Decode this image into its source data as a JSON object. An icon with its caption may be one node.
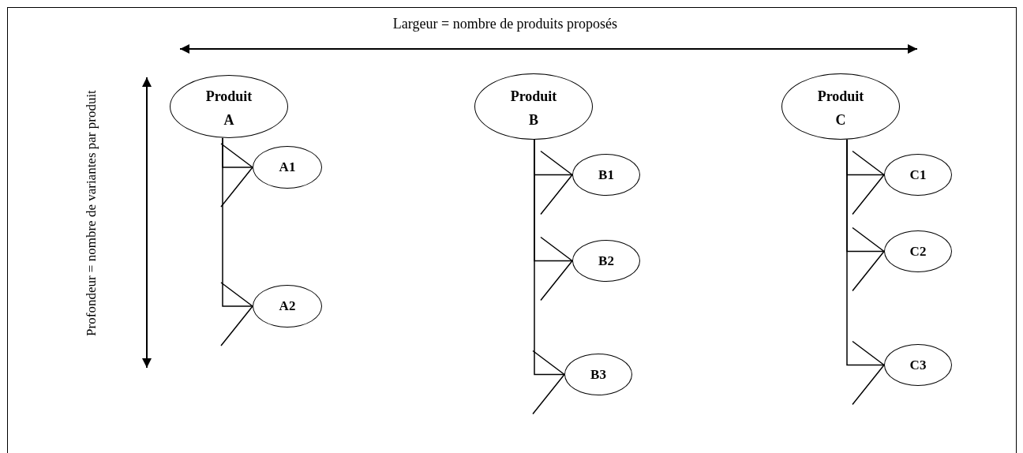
{
  "diagram": {
    "nodes": [
      {
        "text": [
          "Produit A"
        ]
      },
      {
        "text": [
          "A1"
        ]
      },
      {
        "text": [
          "A2"
        ]
      },
      {
        "text": [
          "Produit B"
        ]
      },
      {
        "text": [
          "B1"
        ]
      },
      {
        "text": [
          "B2"
        ]
      },
      {
        "text": [
          "B3"
        ]
      },
      {
        "text": [
          "Produit C"
        ]
      },
      {
        "text": [
          "C1"
        ]
      },
      {
        "text": [
          "C2"
        ]
      },
      {
        "text": [
          "C3"
        ]
      }
    ],
    "edges": [
      {
        "from": 0,
        "to": 1,
        "arrow": "to"
      },
      {
        "from": 0,
        "to": 2,
        "arrow": "to"
      },
      {
        "from": 3,
        "to": 4,
        "arrow": "to"
      },
      {
        "from": 3,
        "to": 5,
        "arrow": "to"
      },
      {
        "from": 3,
        "to": 6,
        "arrow": "to"
      },
      {
        "from": 7,
        "to": 8,
        "arrow": "to"
      },
      {
        "from": 7,
        "to": 9,
        "arrow": "to"
      },
      {
        "from": 7,
        "to": 10,
        "arrow": "to"
      }
    ],
    "labels": [
      "Largeur = nombre de produits proposés",
      "Profondeur = nombre de variantes par produit"
    ]
  }
}
